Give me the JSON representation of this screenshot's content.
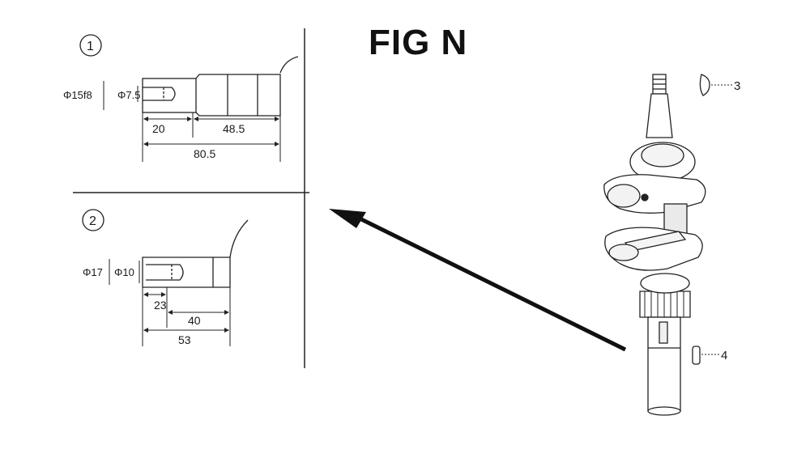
{
  "figure": {
    "title": "FIG N"
  },
  "detail_1": {
    "number": "1",
    "diameter_outer": "Φ15f8",
    "diameter_inner": "Φ7.5",
    "dim_a": "20",
    "dim_b": "48.5",
    "dim_total": "80.5"
  },
  "detail_2": {
    "number": "2",
    "diameter_outer": "Φ17",
    "diameter_inner": "Φ10",
    "dim_a": "23",
    "dim_b": "40",
    "dim_total": "53"
  },
  "callouts": {
    "part_3": "3",
    "part_4": "4"
  }
}
